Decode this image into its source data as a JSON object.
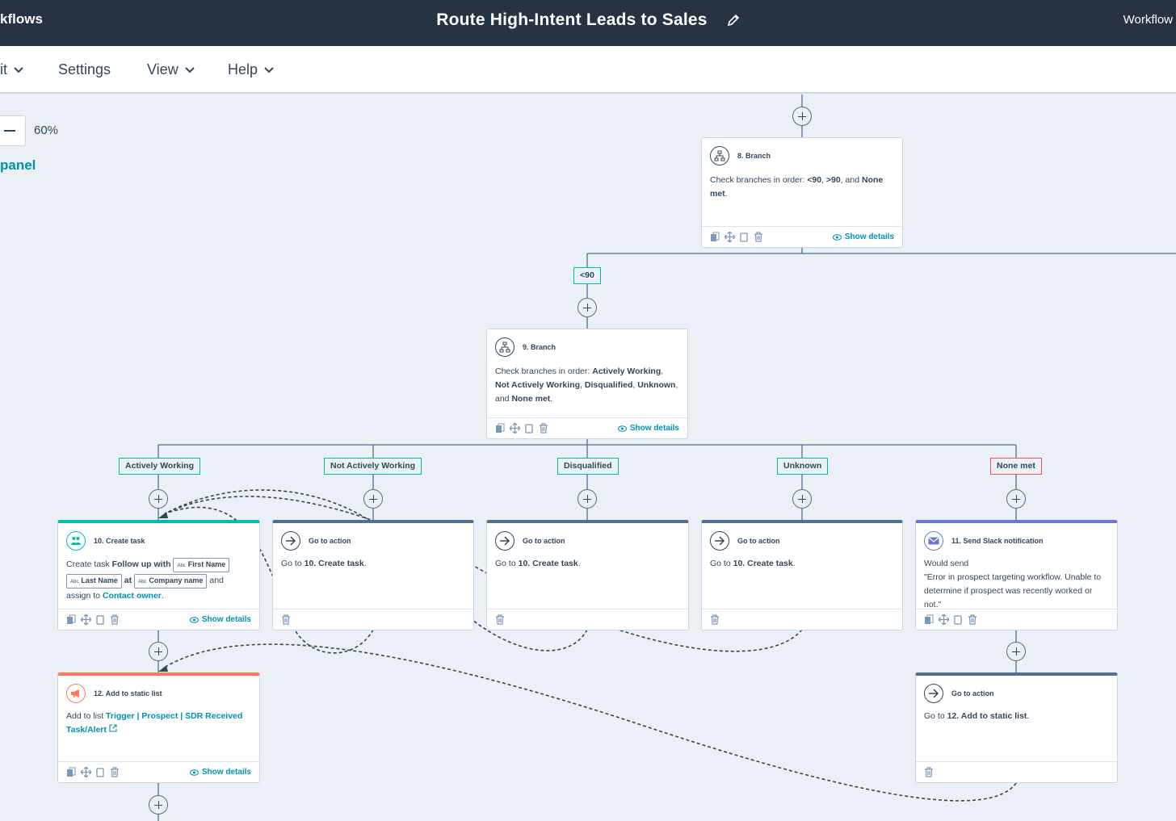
{
  "header": {
    "app_name_partial": "kflows",
    "title": "Route High-Intent Leads to Sales",
    "right_partial": "Workflow"
  },
  "menu": {
    "items": [
      {
        "label": "it"
      },
      {
        "label": "Settings"
      },
      {
        "label": "View"
      },
      {
        "label": "Help"
      }
    ]
  },
  "toolbar": {
    "zoom_level": "60%",
    "panel_link": "panel"
  },
  "common": {
    "show_details": "Show details"
  },
  "cards": {
    "branch8": {
      "title": "8. Branch",
      "text_prefix": "Check branches in order: ",
      "b1": "<90",
      "b2": ">90",
      "and": ", and ",
      "b3": "None met",
      "end": "."
    },
    "branch9": {
      "title": "9. Branch",
      "text_prefix": "Check branches in order: ",
      "b1": "Actively Working",
      "b2": "Not Actively Working",
      "b3": "Disqualified",
      "b4": "Unknown",
      "and": ", and ",
      "b5": "None met",
      "end": "."
    },
    "task10": {
      "title": "10. Create task",
      "prefix": "Create task ",
      "task_name": "Follow up with",
      "token1": "First Name",
      "token2": "Last Name",
      "at": "at",
      "token3": "Company name",
      "and": "and",
      "assign": "assign to ",
      "owner": "Contact owner",
      "period": "."
    },
    "goto_naw": {
      "title": "Go to action",
      "prefix": "Go to ",
      "target": "10. Create task",
      "end": "."
    },
    "goto_disq": {
      "title": "Go to action",
      "prefix": "Go to ",
      "target": "10. Create task",
      "end": "."
    },
    "goto_unk": {
      "title": "Go to action",
      "prefix": "Go to ",
      "target": "10. Create task",
      "end": "."
    },
    "slack11": {
      "title": "11. Send Slack notification",
      "line1": "Would send",
      "line2": "\"Error in prospect targeting workflow. Unable to determine if prospect was recently worked or not.\""
    },
    "list12": {
      "title": "12. Add to static list",
      "prefix": "Add to list ",
      "list_name": "Trigger | Prospect | SDR Received Task/Alert"
    },
    "goto_list": {
      "title": "Go to action",
      "prefix": "Go to ",
      "target": "12. Add to static list",
      "end": "."
    }
  },
  "branch_labels": {
    "lt90": "<90",
    "aw": "Actively Working",
    "naw": "Not Actively Working",
    "disq": "Disqualified",
    "unk": "Unknown",
    "none": "None met"
  },
  "icons": {
    "edit": "pencil-icon",
    "branch": "branch-icon",
    "task": "task-icon",
    "goto": "arrow-right-icon",
    "slack": "envelope-icon",
    "list": "megaphone-icon",
    "copy": "copy-icon",
    "move": "move-icon",
    "clone": "clone-icon",
    "delete": "trash-icon",
    "eye": "eye-icon",
    "external": "external-link-icon"
  },
  "colors": {
    "header_bg": "#253342",
    "canvas_bg": "#eaf0f6",
    "link": "#0091ae",
    "task_accent": "#00bda5",
    "list_accent": "#ff7a59",
    "goto_accent": "#516f90",
    "slack_accent": "#6a78d1",
    "label_red": "#f2545b"
  }
}
